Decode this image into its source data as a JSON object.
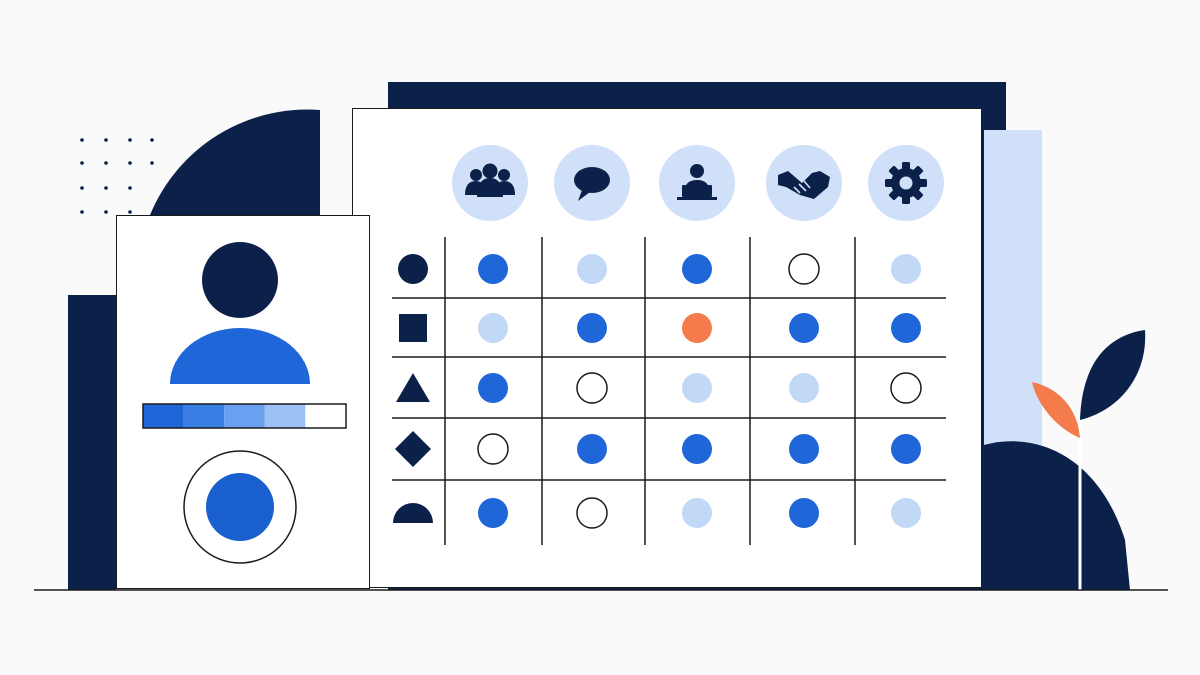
{
  "colors": {
    "background": "#fafafb",
    "navy": "#0b2149",
    "blue": "#1f66d9",
    "light_blue": "#c2d8f7",
    "orange": "#f47c4c",
    "outline": "#1a1a1a",
    "panel": "#ffffff"
  },
  "header_icons": [
    {
      "name": "people-group-icon"
    },
    {
      "name": "chat-bubble-icon"
    },
    {
      "name": "user-laptop-icon"
    },
    {
      "name": "handshake-icon"
    },
    {
      "name": "gear-icon"
    }
  ],
  "row_markers": [
    "circle",
    "square",
    "triangle",
    "diamond",
    "half-circle"
  ],
  "matrix": [
    [
      "blue",
      "light",
      "blue",
      "empty",
      "light"
    ],
    [
      "light",
      "blue",
      "orange",
      "blue",
      "blue"
    ],
    [
      "blue",
      "empty",
      "light",
      "light",
      "empty"
    ],
    [
      "empty",
      "blue",
      "blue",
      "blue",
      "blue"
    ],
    [
      "blue",
      "empty",
      "light",
      "blue",
      "light"
    ]
  ],
  "profile_card": {
    "progress_segments": [
      "#1f66d9",
      "#3b7ee6",
      "#6b9ff0",
      "#9dc0f5",
      "#ffffff"
    ]
  }
}
